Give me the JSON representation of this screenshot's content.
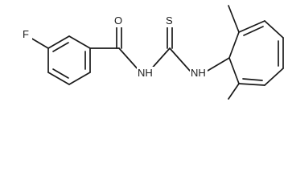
{
  "molecule": {
    "atoms": {
      "fluorine": "F",
      "carbonyl_oxygen": "O",
      "amide_nh": "NH",
      "thiourea_nh": "NH",
      "thione_sulfur": "S"
    },
    "colors": {
      "bond": "#1a1a1a",
      "text": "#1a1a1a",
      "background": "#ffffff"
    }
  }
}
